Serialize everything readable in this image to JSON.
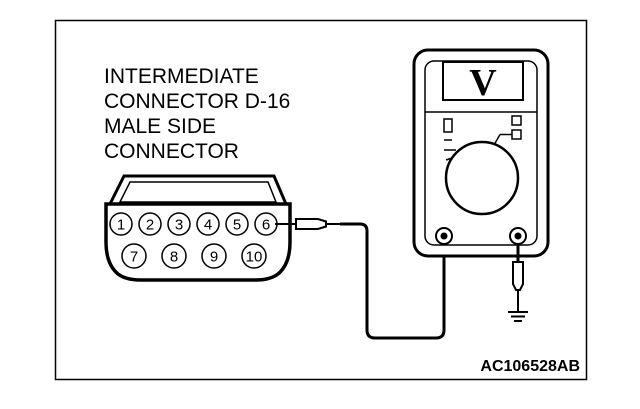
{
  "connector_label": {
    "lines": [
      "INTERMEDIATE",
      "CONNECTOR D-16",
      "MALE SIDE",
      "CONNECTOR"
    ]
  },
  "connector": {
    "pins_top": [
      "1",
      "2",
      "3",
      "4",
      "5",
      "6"
    ],
    "pins_bottom": [
      "7",
      "8",
      "9",
      "10"
    ]
  },
  "voltmeter": {
    "mode_symbol": "V"
  },
  "figure_code": "AC106528AB"
}
